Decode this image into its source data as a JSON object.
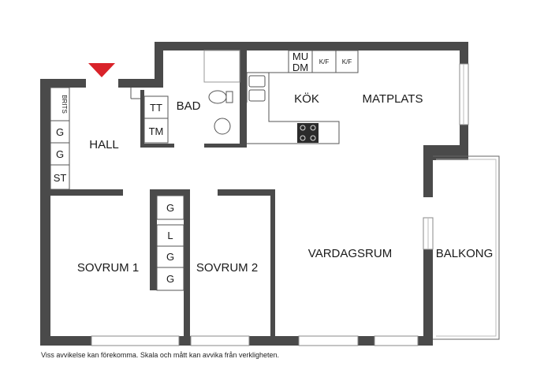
{
  "rooms": {
    "hall": "HALL",
    "bad": "BAD",
    "kok": "KÖK",
    "matplats": "MATPLATS",
    "sovrum1": "SOVRUM 1",
    "sovrum2": "SOVRUM 2",
    "vardagsrum": "VARDAGSRUM",
    "balkong": "BALKONG"
  },
  "fixtures": {
    "brits": "BRITS",
    "hall_g1": "G",
    "hall_g2": "G",
    "st": "ST",
    "tt": "TT",
    "tm": "TM",
    "mu": "MU",
    "dm": "DM",
    "kf1": "K/F",
    "kf2": "K/F",
    "closet_g_top": "G",
    "closet_l": "L",
    "closet_g1": "G",
    "closet_g2": "G"
  },
  "colors": {
    "wall": "#4a4a4a",
    "entrance": "#d9232a"
  },
  "entrance_icon": "entrance-arrow-icon",
  "disclaimer": "Viss avvikelse kan förekomma. Skala och mått kan avvika från verkligheten."
}
